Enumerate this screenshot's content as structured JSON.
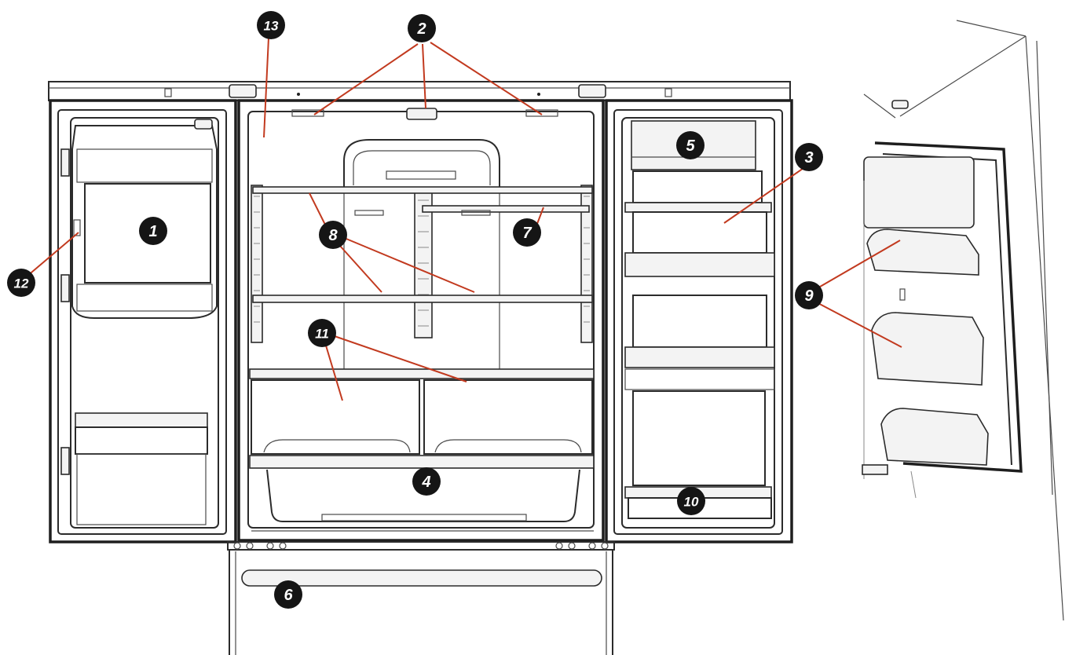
{
  "callouts": [
    {
      "id": "1",
      "label": "1"
    },
    {
      "id": "2",
      "label": "2"
    },
    {
      "id": "3",
      "label": "3"
    },
    {
      "id": "4",
      "label": "4"
    },
    {
      "id": "5",
      "label": "5"
    },
    {
      "id": "6",
      "label": "6"
    },
    {
      "id": "7",
      "label": "7"
    },
    {
      "id": "8",
      "label": "8"
    },
    {
      "id": "9",
      "label": "9"
    },
    {
      "id": "10",
      "label": "10"
    },
    {
      "id": "11",
      "label": "11"
    },
    {
      "id": "12",
      "label": "12"
    },
    {
      "id": "13",
      "label": "13"
    }
  ],
  "colors": {
    "line": "#2b2b2b",
    "leader": "#c23a1f",
    "callout": "#151515",
    "callout_text": "#ffffff"
  }
}
